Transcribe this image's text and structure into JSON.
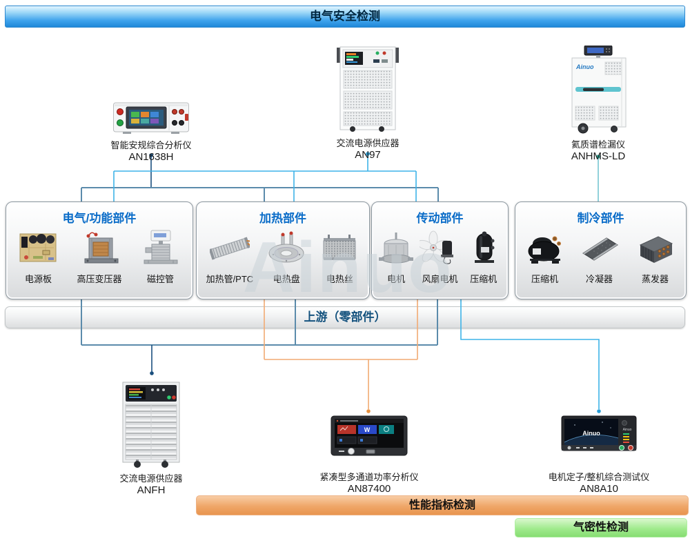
{
  "banners": {
    "top": "电气安全检测",
    "middle": "上游（零部件）",
    "performance": "性能指标检测",
    "airtight": "气密性检测"
  },
  "watermark": "Ainuo",
  "brand": "Ainuo",
  "instruments": {
    "top": [
      {
        "name": "智能安规综合分析仪",
        "model": "AN1638H"
      },
      {
        "name": "交流电源供应器",
        "model": "AN97"
      },
      {
        "name": "氦质谱检漏仪",
        "model": "ANHMS-LD"
      }
    ],
    "bottom": [
      {
        "name": "交流电源供应器",
        "model": "ANFH"
      },
      {
        "name": "紧凑型多通道功率分析仪",
        "model": "AN87400"
      },
      {
        "name": "电机定子/整机综合测试仪",
        "model": "AN8A10"
      }
    ]
  },
  "panels": [
    {
      "title": "电气/功能部件",
      "items": [
        "电源板",
        "高压变压器",
        "磁控管"
      ]
    },
    {
      "title": "加热部件",
      "items": [
        "加热管/PTC",
        "电热盘",
        "电热丝"
      ]
    },
    {
      "title": "传动部件",
      "items": [
        "电机",
        "风扇电机",
        "压缩机"
      ]
    },
    {
      "title": "制冷部件",
      "items": [
        "压缩机",
        "冷凝器",
        "蒸发器"
      ]
    }
  ],
  "colors": {
    "banner_blue": "#2f9ce8",
    "banner_gray": "#e8e9ea",
    "banner_orange": "#efa668",
    "banner_green": "#9ae887",
    "panel_title_blue": "#0a6cc8",
    "line_navy": "#1b4f7e",
    "line_steel": "#5b8bab",
    "line_cyan": "#3db3e8",
    "line_orange": "#f2aa72",
    "line_teal": "#85ccd6"
  }
}
